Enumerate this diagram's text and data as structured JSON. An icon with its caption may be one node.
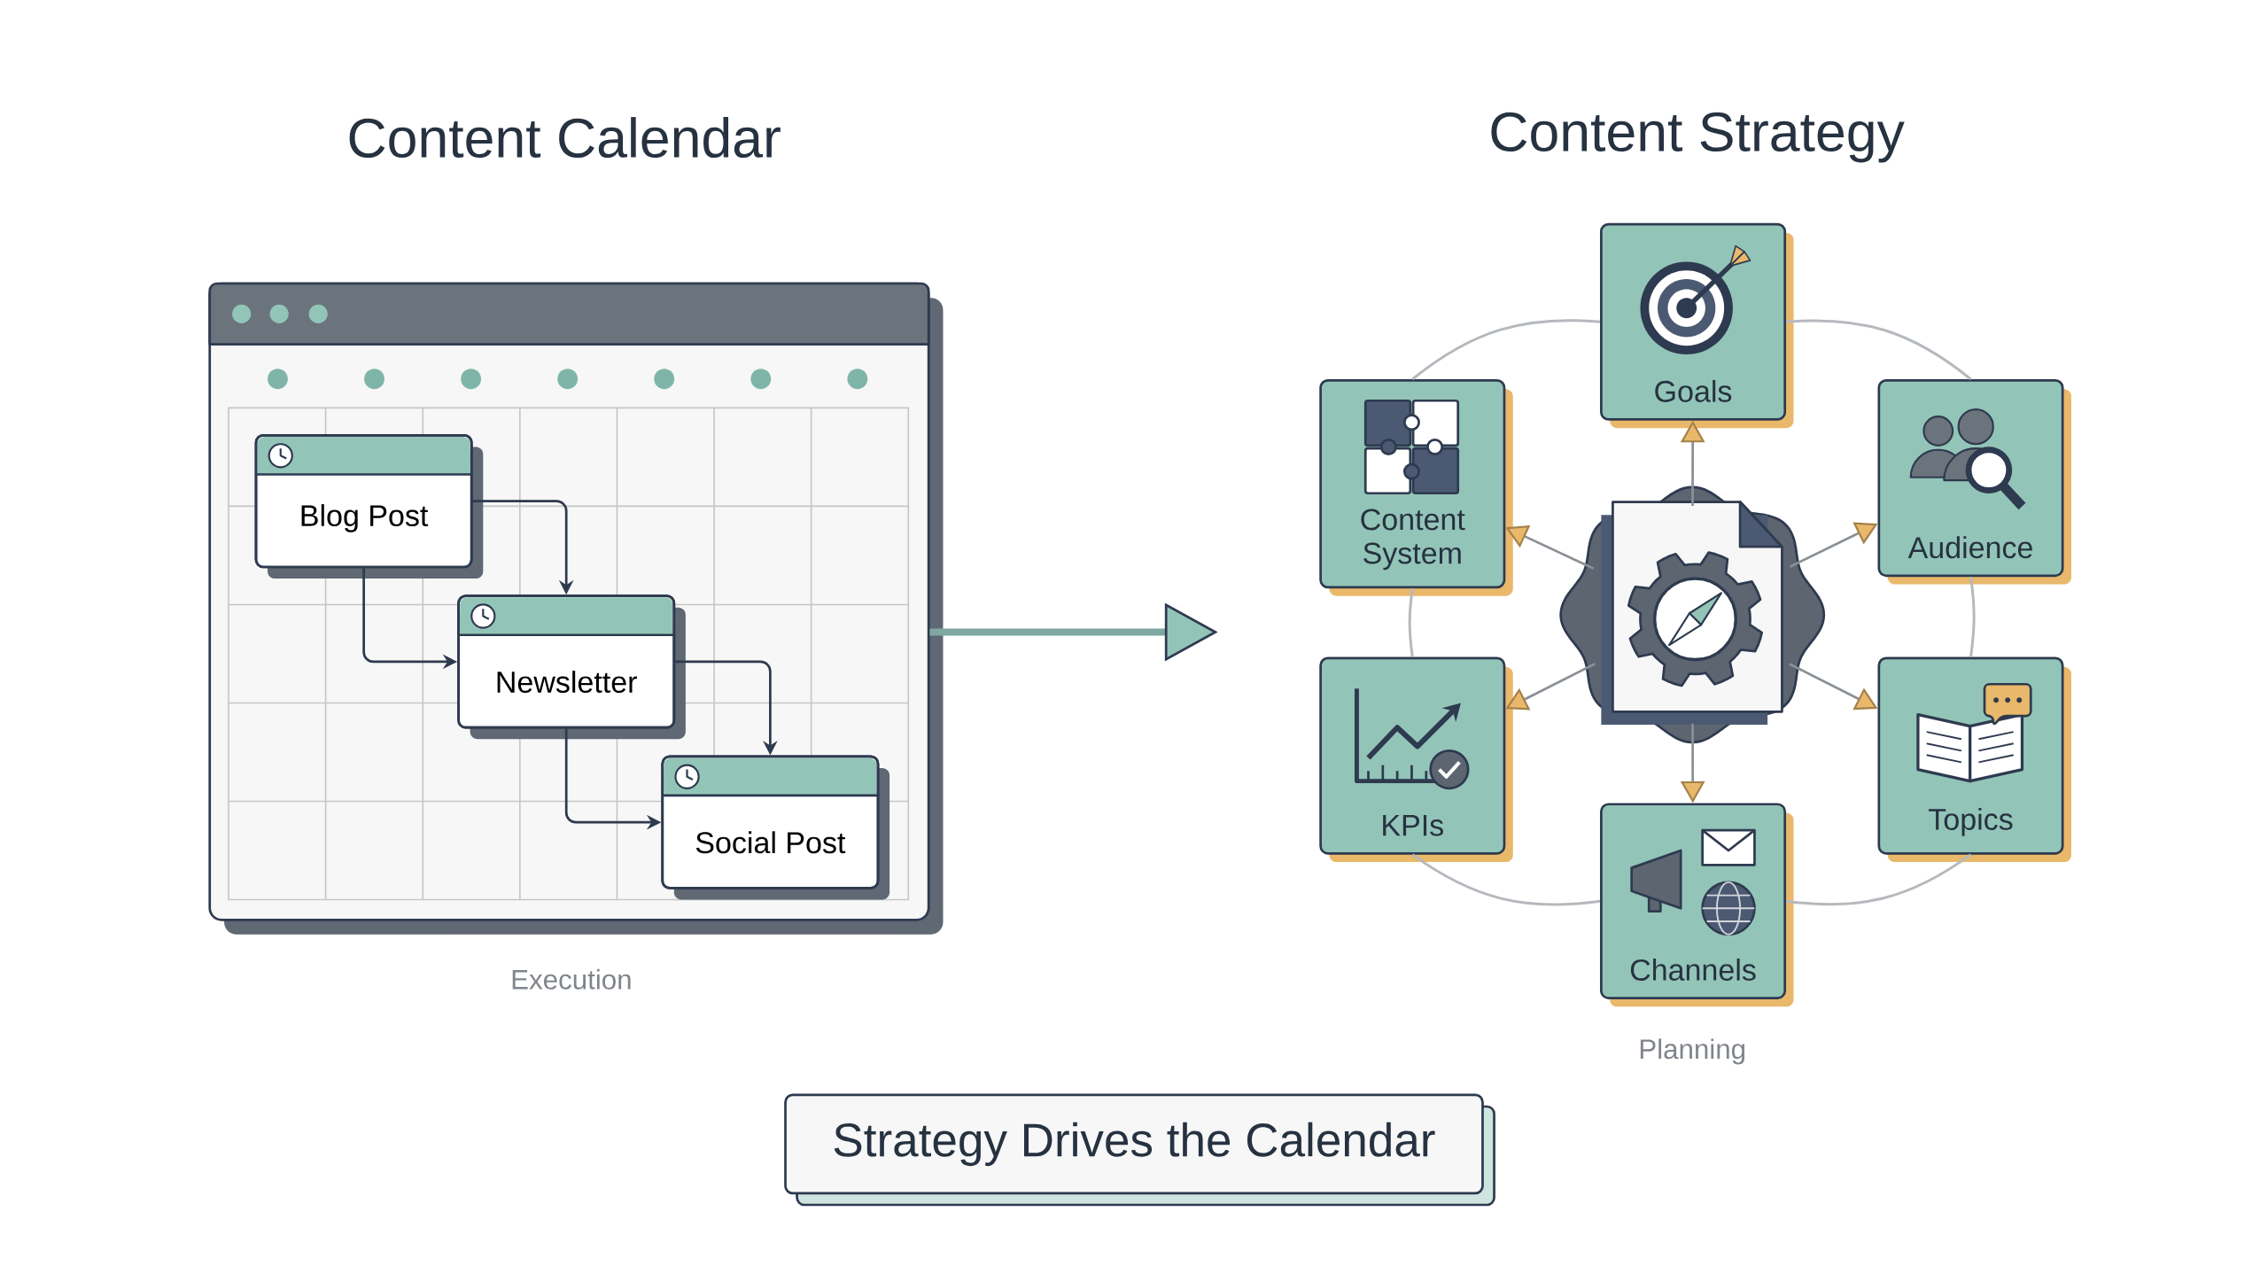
{
  "diagram": {
    "nodes": [
      {
        "text": [
          "Content Calendar"
        ],
        "beside": [
          "Execution"
        ]
      },
      {
        "text": [
          "Blog Post"
        ],
        "in": 0
      },
      {
        "text": [
          "Newsletter"
        ],
        "in": 0
      },
      {
        "text": [
          "Social Post"
        ],
        "in": 0
      },
      {
        "text": [
          "Goals"
        ]
      },
      {
        "text": [
          "Content System"
        ]
      },
      {
        "text": [
          "Audience"
        ]
      },
      {
        "text": [],
        "shape": "picture"
      },
      {
        "text": [
          "KPIs"
        ]
      },
      {
        "text": [
          "Topics"
        ]
      },
      {
        "text": [
          "Channels"
        ]
      },
      {
        "text": [
          "Strategy Drives the Calendar"
        ]
      }
    ],
    "edges": [
      {
        "from": 1,
        "to": 2,
        "arrow": "to",
        "color": "#2e3a4f"
      },
      {
        "from": 1,
        "to": 2,
        "arrow": "to",
        "color": "#2e3a4f"
      },
      {
        "from": 2,
        "to": 3,
        "arrow": "to",
        "color": "#2e3a4f"
      },
      {
        "from": 2,
        "to": 3,
        "arrow": "to",
        "color": "#2e3a4f"
      },
      {
        "from": 0,
        "to": null,
        "arrow": "to",
        "style": "thick"
      },
      {
        "from": 7,
        "to": 4,
        "arrow": "to"
      },
      {
        "from": 7,
        "to": 5,
        "arrow": "to"
      },
      {
        "from": 7,
        "to": 6,
        "arrow": "to"
      },
      {
        "from": 7,
        "to": 8,
        "arrow": "to"
      },
      {
        "from": 7,
        "to": 9,
        "arrow": "to"
      },
      {
        "from": 7,
        "to": 10,
        "arrow": "to"
      },
      {
        "from": 4,
        "to": 6,
        "arrow": "none"
      },
      {
        "from": 6,
        "to": 9,
        "arrow": "none"
      },
      {
        "from": 9,
        "to": 10,
        "arrow": "none"
      },
      {
        "from": 10,
        "to": 8,
        "arrow": "none"
      },
      {
        "from": 8,
        "to": 5,
        "arrow": "none"
      },
      {
        "from": 5,
        "to": 4,
        "arrow": "none"
      }
    ],
    "labels": [
      "Content Strategy",
      "Planning"
    ]
  }
}
